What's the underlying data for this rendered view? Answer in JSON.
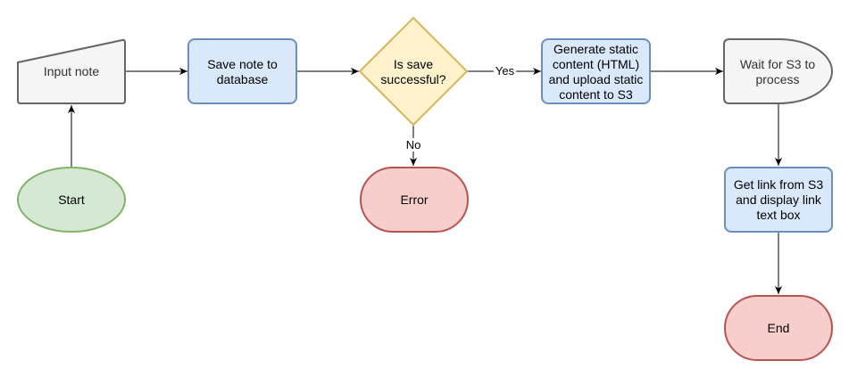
{
  "diagram": {
    "nodes": {
      "input_note": {
        "text": [
          "Input note"
        ],
        "fill": "#f5f5f5",
        "stroke": "#666666"
      },
      "save_note": {
        "text": [
          "Save note to",
          "database"
        ],
        "fill": "#dae8fc",
        "stroke": "#6c8ebf"
      },
      "is_save": {
        "text": [
          "Is save",
          "successful?"
        ],
        "fill": "#fff2cc",
        "stroke": "#d6b656"
      },
      "generate": {
        "text": [
          "Generate static",
          "content (HTML)",
          "and upload static",
          "content to S3"
        ],
        "fill": "#dae8fc",
        "stroke": "#6c8ebf"
      },
      "wait_s3": {
        "text": [
          "Wait for S3 to",
          "process"
        ],
        "fill": "#f5f5f5",
        "stroke": "#666666"
      },
      "start": {
        "text": [
          "Start"
        ],
        "fill": "#d5e8d4",
        "stroke": "#82b366"
      },
      "error": {
        "text": [
          "Error"
        ],
        "fill": "#f8cecc",
        "stroke": "#b85450"
      },
      "get_link": {
        "text": [
          "Get link from S3",
          "and display link",
          "text box"
        ],
        "fill": "#dae8fc",
        "stroke": "#6c8ebf"
      },
      "end": {
        "text": [
          "End"
        ],
        "fill": "#f8cecc",
        "stroke": "#b85450"
      }
    },
    "edges": {
      "yes_label": "Yes",
      "no_label": "No"
    }
  }
}
